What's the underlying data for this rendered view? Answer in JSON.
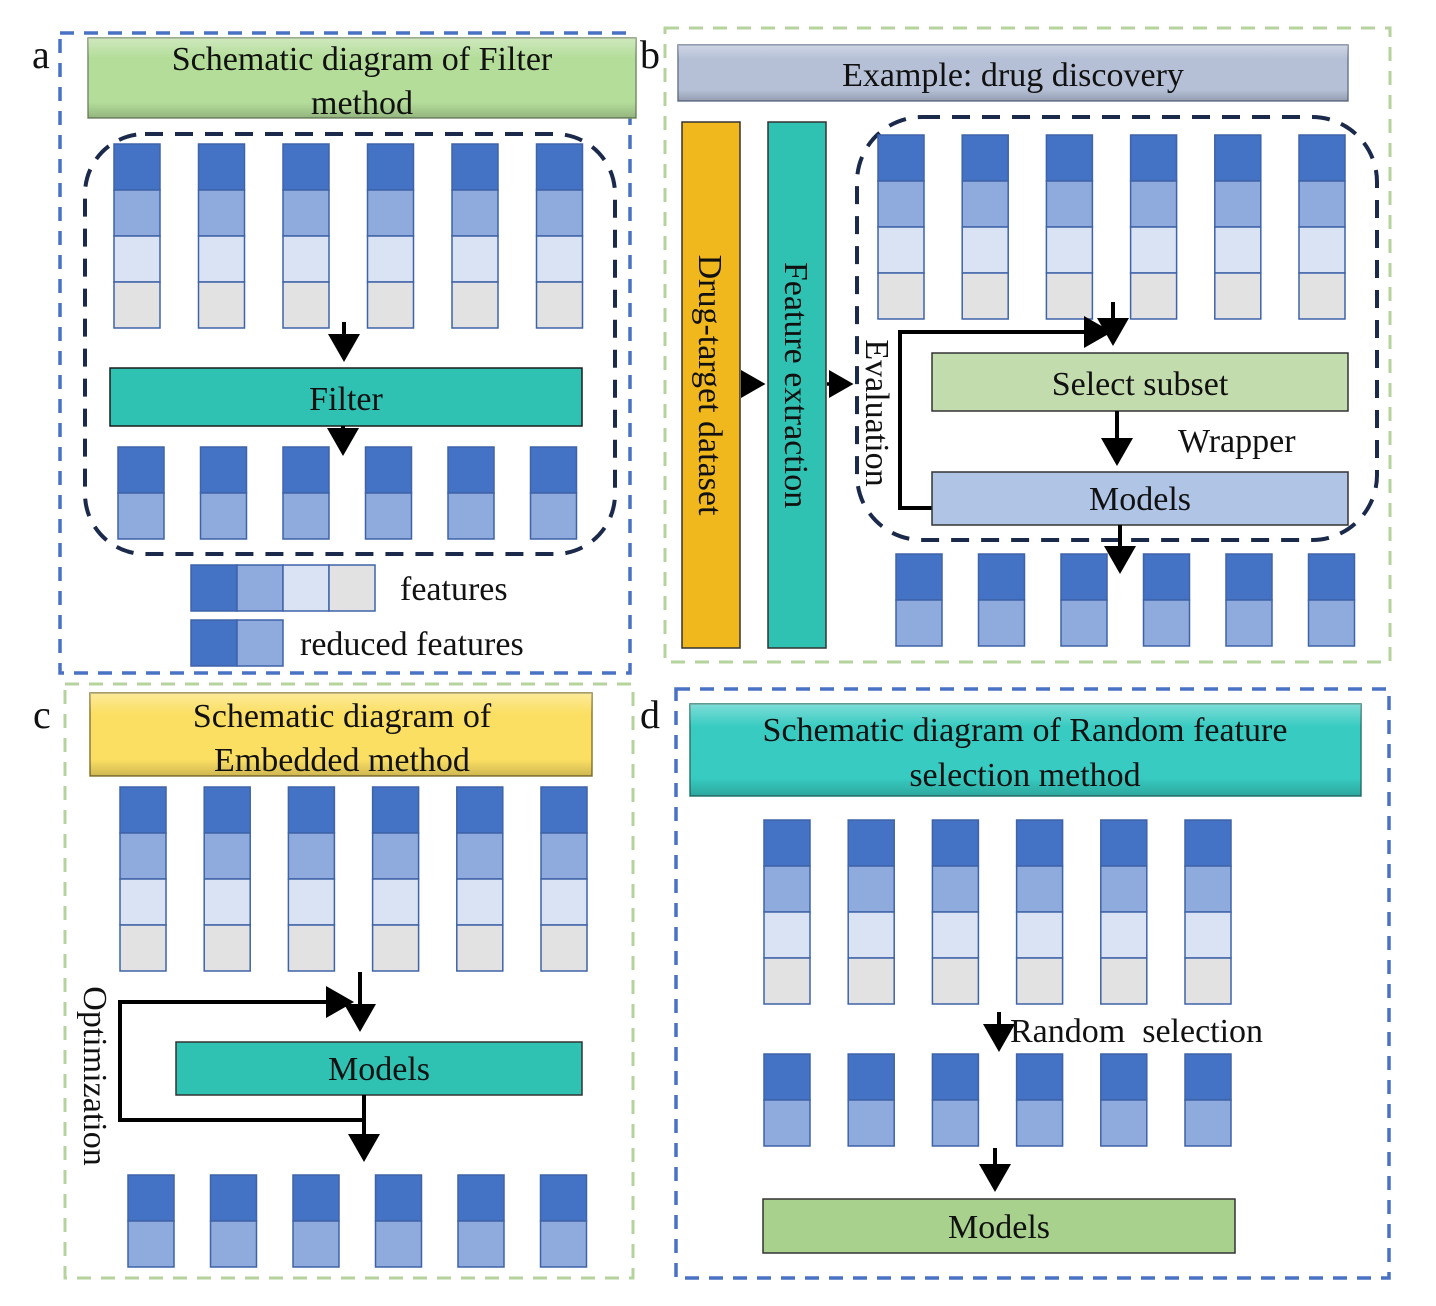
{
  "colors": {
    "feature_1": "#4472c4",
    "feature_2": "#8faadc",
    "feature_3": "#dae3f3",
    "feature_4": "#e2e2e2",
    "feature_border": "#3e63a8",
    "panel_border_blue": "#4a72c4",
    "panel_border_green": "#b5d39c",
    "inner_dash": "#1b2a4a",
    "arrow": "#000000",
    "title_a": "#b4dd9a",
    "title_b": "#b5c0d6",
    "title_c": "#fbdf63",
    "title_d": "#37cbc1",
    "filter_box": "#2fc1b2",
    "drug_target_box": "#f0b81c",
    "feature_extraction_box": "#2fc1b2",
    "select_subset_box": "#c3dcae",
    "models_b_box": "#b0c4e6",
    "models_c_box": "#2fc1b2",
    "models_d_box": "#a8d18e"
  },
  "panels": {
    "a": {
      "letter": "a",
      "title_lines": [
        "Schematic diagram of Filter",
        "method"
      ],
      "filter_label": "Filter",
      "legend": {
        "features_label": "features",
        "reduced_label": "reduced features"
      }
    },
    "b": {
      "letter": "b",
      "title": "Example: drug discovery",
      "drug_target_label": "Drug-target dataset",
      "feature_extraction_label": "Feature extraction",
      "evaluation_label": "Evaluation",
      "select_subset_label": "Select subset",
      "wrapper_label": "Wrapper",
      "models_label": "Models"
    },
    "c": {
      "letter": "c",
      "title_lines": [
        "Schematic diagram of",
        "Embedded method"
      ],
      "optimization_label": "Optimization",
      "models_label": "Models"
    },
    "d": {
      "letter": "d",
      "title_lines": [
        "Schematic diagram of Random feature",
        "selection method"
      ],
      "random_selection_label": "Random  selection",
      "models_label": "Models"
    }
  },
  "feature_columns": {
    "full_count": 6,
    "full_segments": 4,
    "reduced_segments": 2
  }
}
